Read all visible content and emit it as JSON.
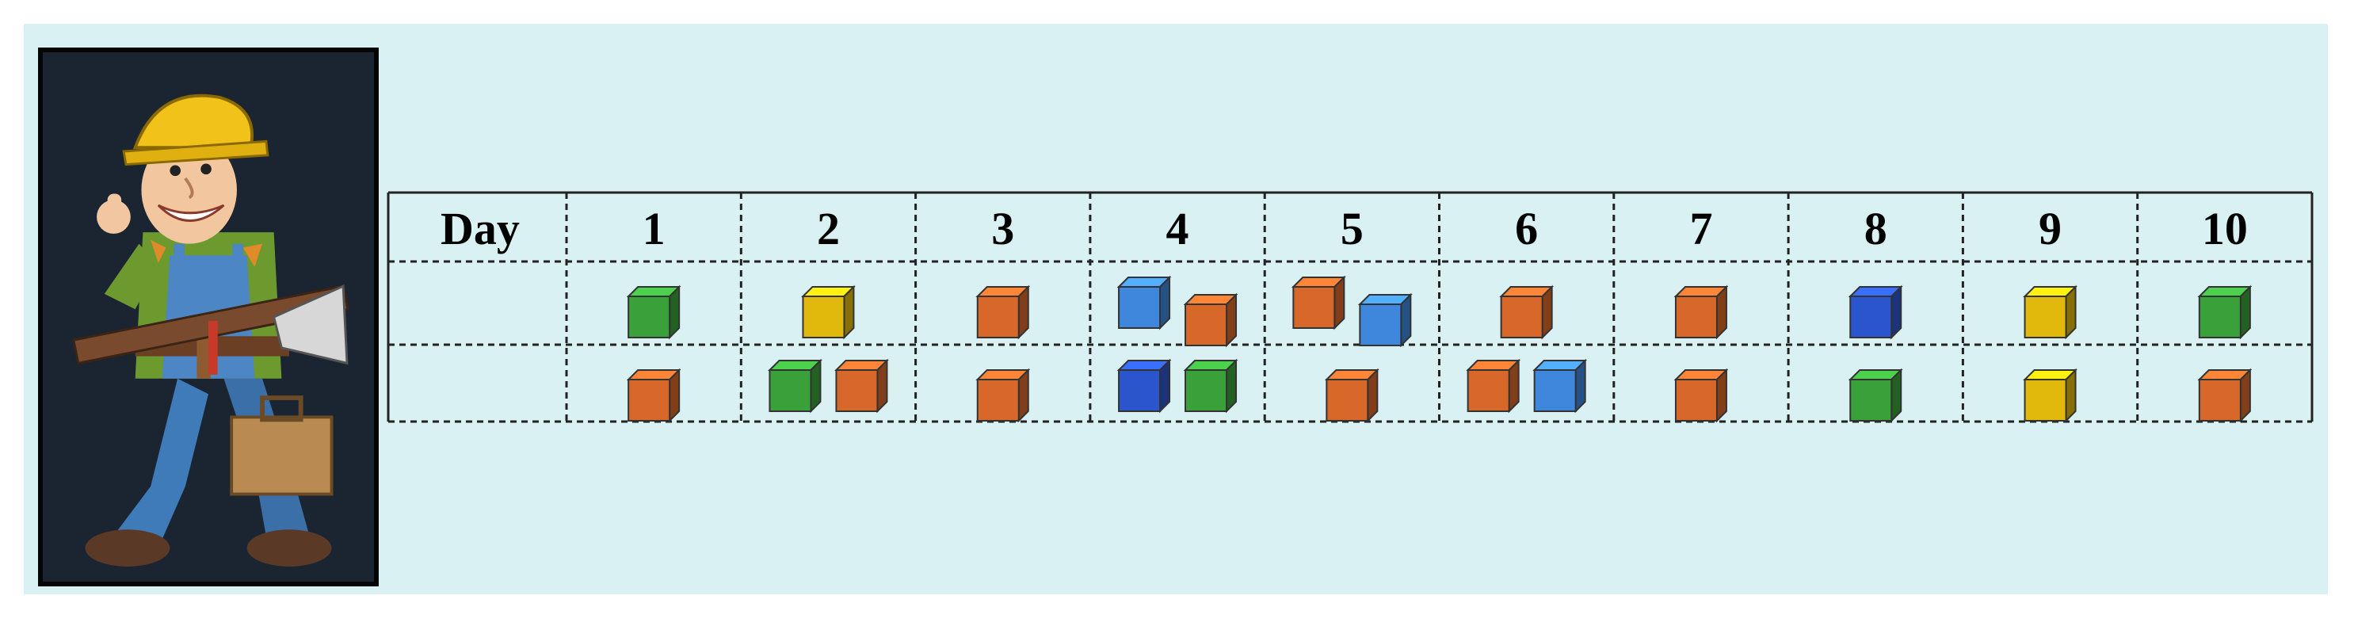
{
  "header": {
    "first": "Day",
    "days": [
      "1",
      "2",
      "3",
      "4",
      "5",
      "6",
      "7",
      "8",
      "9",
      "10"
    ]
  },
  "colors": {
    "orange": "#d8672a",
    "green": "#3aa13a",
    "yellow": "#e1b90d",
    "lightblue": "#3f87dc",
    "darkblue": "#2b55cc",
    "background": "#d9f1f3",
    "worker_bg": "#1b2431"
  },
  "schedule": {
    "row1": [
      [
        "green"
      ],
      [
        "yellow"
      ],
      [
        "orange"
      ],
      [
        "lightblue",
        "orange"
      ],
      [
        "orange",
        "lightblue"
      ],
      [
        "orange"
      ],
      [
        "orange"
      ],
      [
        "darkblue"
      ],
      [
        "yellow"
      ],
      [
        "green"
      ]
    ],
    "row2": [
      [
        "orange"
      ],
      [
        "green",
        "orange"
      ],
      [
        "orange"
      ],
      [
        "darkblue",
        "green"
      ],
      [
        "orange"
      ],
      [
        "orange",
        "lightblue"
      ],
      [
        "orange"
      ],
      [
        "green"
      ],
      [
        "yellow"
      ],
      [
        "orange"
      ]
    ]
  }
}
